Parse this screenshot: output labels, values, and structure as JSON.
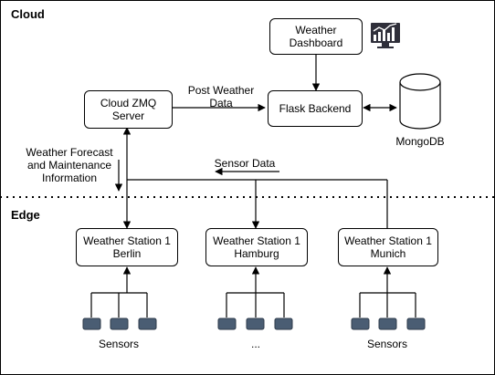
{
  "zones": {
    "cloud": "Cloud",
    "edge": "Edge"
  },
  "nodes": {
    "dashboard": "Weather\nDashboard",
    "zmq": "Cloud ZMQ\nServer",
    "flask": "Flask Backend",
    "mongo": "MongoDB",
    "station_berlin": "Weather Station 1\nBerlin",
    "station_hamburg": "Weather Station 1\nHamburg",
    "station_munich": "Weather Station 1\nMunich"
  },
  "edges": {
    "post_weather": "Post Weather\nData",
    "forecast": "Weather Forecast\nand Maintenance\nInformation",
    "sensor_data": "Sensor Data"
  },
  "sensor_groups": {
    "berlin": "Sensors",
    "hamburg": "...",
    "munich": "Sensors"
  },
  "icons": {
    "dashboard_icon": "monitor-chart-icon",
    "database_icon": "cylinder-icon",
    "sensor_icon": "sensor-chip-icon"
  }
}
